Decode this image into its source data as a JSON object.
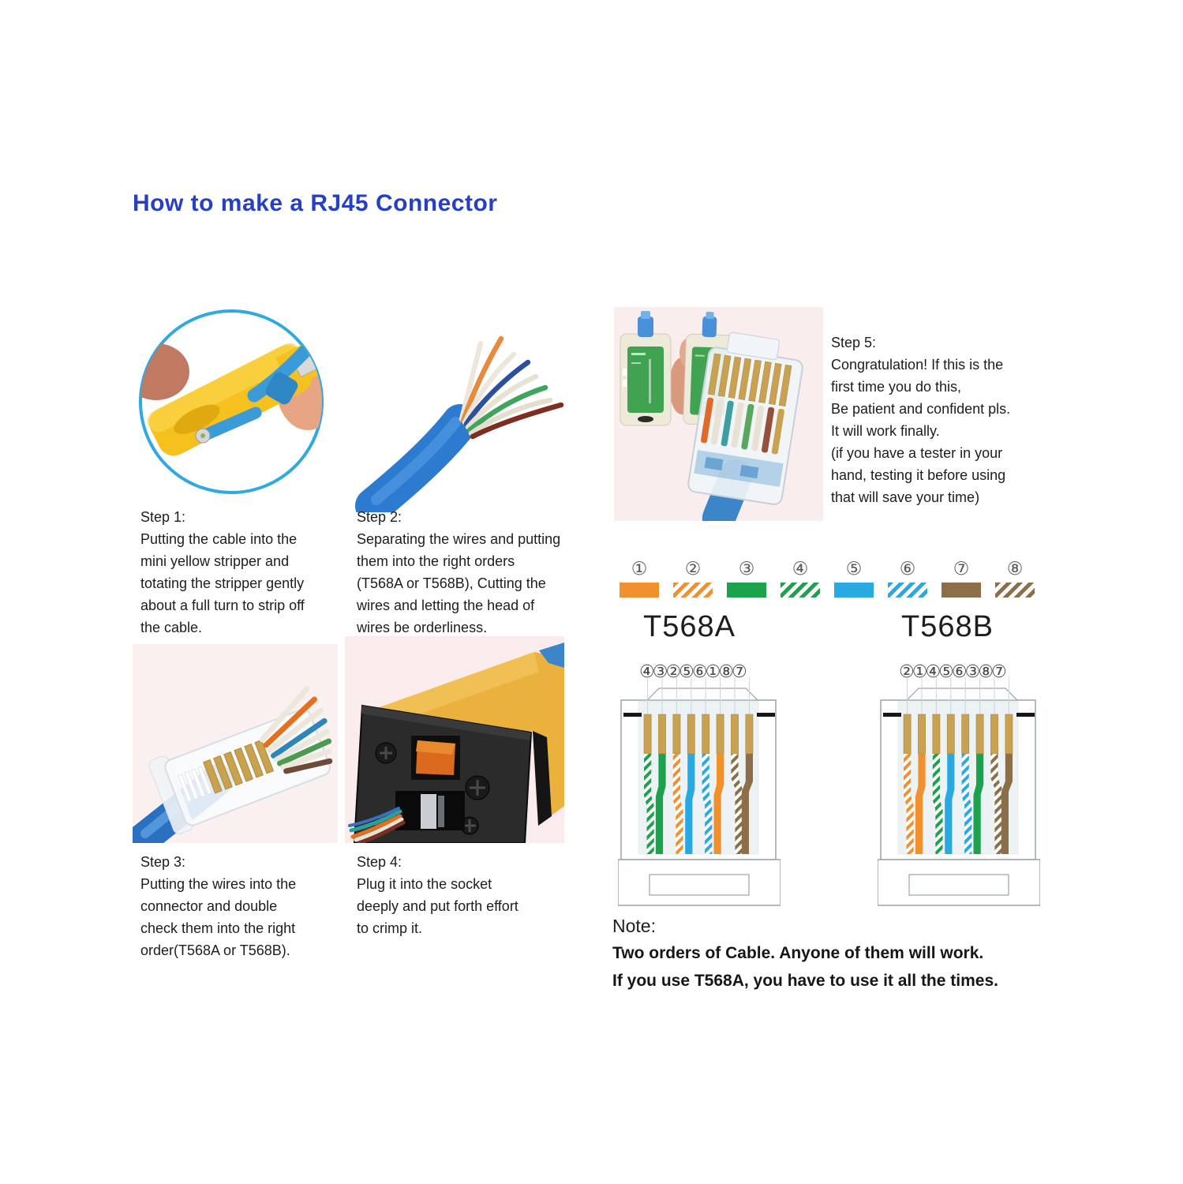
{
  "title": "How to make a RJ45 Connector",
  "steps": {
    "step1": "Step 1:\nPutting the cable into the\nmini yellow stripper and\ntotating the stripper gently\nabout a full turn to strip off\nthe cable.",
    "step2": "Step 2:\nSeparating the wires and putting\nthem into the right orders\n(T568A or T568B), Cutting the\nwires and letting the head of\nwires be orderliness.",
    "step3": "Step 3:\nPutting the wires into the\nconnector and double\ncheck them into the right\norder(T568A or T568B).",
    "step4": "Step 4:\nPlug it into the socket\ndeeply and put forth effort\nto crimp it.",
    "step5": "Step 5:\nCongratulation!  If this is the\nfirst time you do this,\nBe patient and confident pls.\nIt will work finally.\n(if you have a tester in your\nhand, testing it before using\nthat will save your time)"
  },
  "wire_legend": {
    "items": [
      {
        "num": "①",
        "wire": "orange"
      },
      {
        "num": "②",
        "wire": "orange-white"
      },
      {
        "num": "③",
        "wire": "green"
      },
      {
        "num": "④",
        "wire": "green-white"
      },
      {
        "num": "⑤",
        "wire": "blue"
      },
      {
        "num": "⑥",
        "wire": "blue-white"
      },
      {
        "num": "⑦",
        "wire": "brown"
      },
      {
        "num": "⑧",
        "wire": "brown-white"
      }
    ]
  },
  "diagrams": {
    "t568a": {
      "label": "T568A",
      "sequence": "④③②⑤⑥①⑧⑦",
      "wires": [
        "green-white",
        "green",
        "orange-white",
        "blue",
        "blue-white",
        "orange",
        "brown-white",
        "brown"
      ]
    },
    "t568b": {
      "label": "T568B",
      "sequence": "②①④⑤⑥③⑧⑦",
      "wires": [
        "orange-white",
        "orange",
        "green-white",
        "blue",
        "blue-white",
        "green",
        "brown-white",
        "brown"
      ]
    }
  },
  "note": {
    "label": "Note:",
    "line1": "Two orders of Cable. Anyone of them will work.",
    "line2": "If you use T568A, you have to use it all the times."
  },
  "colors": {
    "title": "#2640C4",
    "orange": "#F0912D",
    "green": "#1CA24C",
    "blue": "#29A9E1",
    "brown": "#8C6F48",
    "gold": "#C8A252"
  }
}
